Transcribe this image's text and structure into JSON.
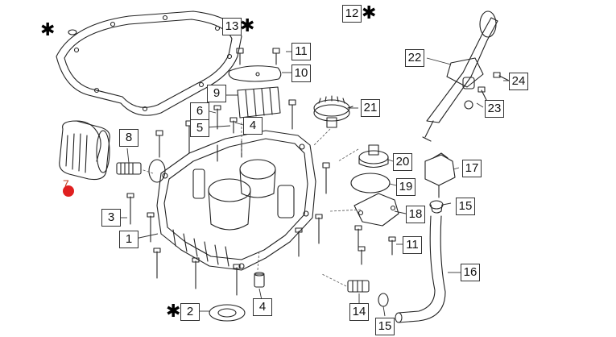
{
  "diagram": {
    "callouts": {
      "c1": "1",
      "c2": "2",
      "c3": "3",
      "c4a": "4",
      "c4b": "4",
      "c5": "5",
      "c6": "6",
      "c7": "7",
      "c8": "8",
      "c9": "9",
      "c10": "10",
      "c11a": "11",
      "c11b": "11",
      "c12": "12",
      "c13": "13",
      "c14": "14",
      "c15a": "15",
      "c15b": "15",
      "c16": "16",
      "c17": "17",
      "c18": "18",
      "c19": "19",
      "c20": "20",
      "c21": "21",
      "c22": "22",
      "c23": "23",
      "c24": "24"
    },
    "star_symbol": "✱",
    "colors": {
      "line": "#333333",
      "part_stroke": "#222222",
      "leader": "#555555",
      "marker": "#e02020"
    }
  }
}
